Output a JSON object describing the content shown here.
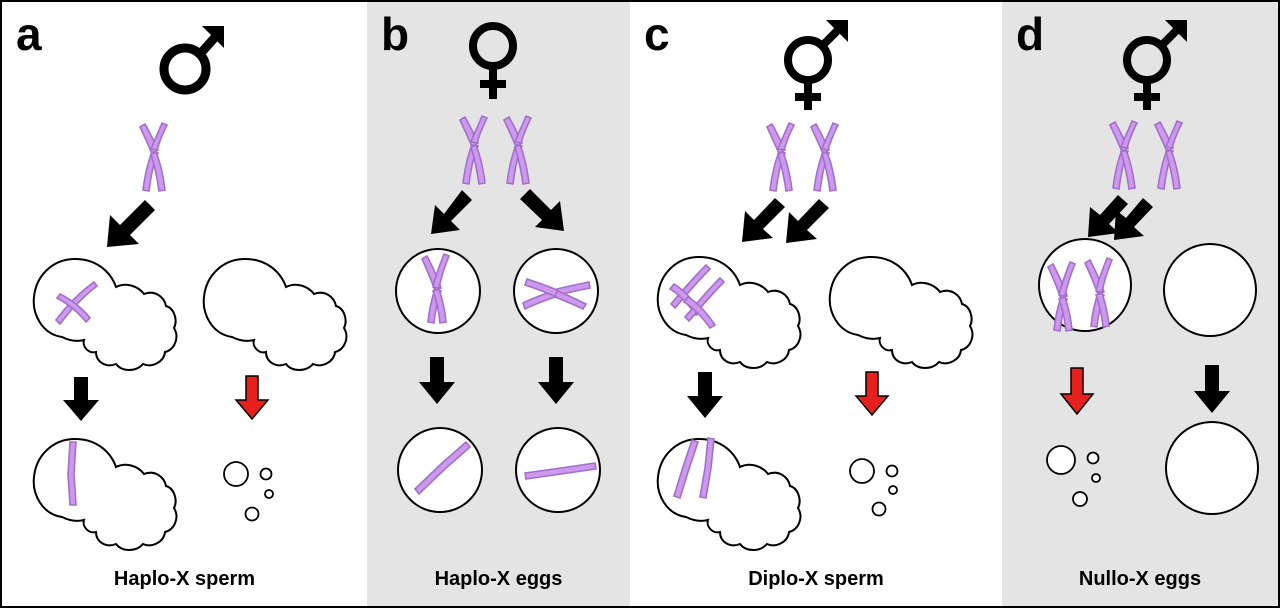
{
  "panels": [
    {
      "letter": "a",
      "symbol": "male-symbol",
      "caption": "Haplo-X sperm",
      "background": "#ffffff"
    },
    {
      "letter": "b",
      "symbol": "female-symbol",
      "caption": "Haplo-X eggs",
      "background": "#e4e4e4"
    },
    {
      "letter": "c",
      "symbol": "intersex-symbol",
      "caption": "Diplo-X sperm",
      "background": "#ffffff"
    },
    {
      "letter": "d",
      "symbol": "intersex-symbol",
      "caption": "Nullo-X eggs",
      "background": "#e4e4e4"
    }
  ],
  "colors": {
    "chromosome": "#cc99ee",
    "chromosome_outline": "#a46fcb",
    "arrow_normal": "#000000",
    "arrow_loss": "#e8201c",
    "grey_panel": "#e4e4e4"
  }
}
